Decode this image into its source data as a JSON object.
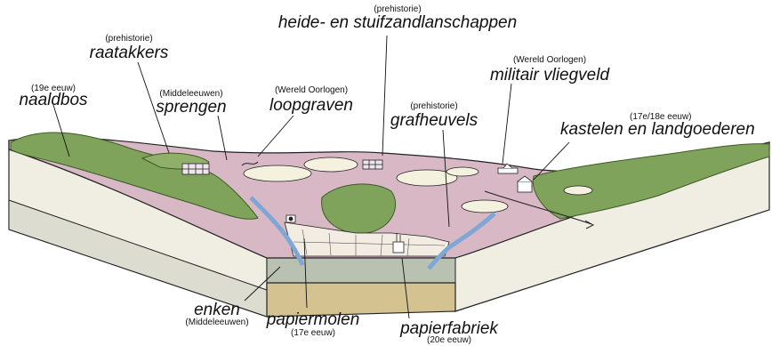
{
  "labels": {
    "heide": {
      "name": "heide- en stuifzandlanschappen",
      "era": "(prehistorie)"
    },
    "raatakkers": {
      "name": "raatakkers",
      "era": "(prehistorie)"
    },
    "naaldbos": {
      "name": "naaldbos",
      "era": "(19e eeuw)"
    },
    "sprengen": {
      "name": "sprengen",
      "era": "(Middeleeuwen)"
    },
    "loopgraven": {
      "name": "loopgraven",
      "era": "(Wereld Oorlogen)"
    },
    "grafheuvels": {
      "name": "grafheuvels",
      "era": "(prehistorie)"
    },
    "vliegveld": {
      "name": "militair vliegveld",
      "era": "(Wereld Oorlogen)"
    },
    "kastelen": {
      "name": "kastelen en landgoederen",
      "era": "(17e/18e eeuw)"
    },
    "enken": {
      "name": "enken",
      "era": "(Middeleeuwen)"
    },
    "papiermolen": {
      "name": "papiermolen",
      "era": "(17e eeuw)"
    },
    "papierfabriek": {
      "name": "papierfabriek",
      "era": "(20e eeuw)"
    }
  },
  "colors": {
    "heath": "#d9b8c6",
    "forest": "#7fa35a",
    "forest_dark": "#5b7f3c",
    "sand": "#f4f1df",
    "stream": "#7fa7d6",
    "soil_tan": "#d4c290",
    "soil_grey": "#b9c2b2",
    "slope_light": "#f0eee2"
  }
}
